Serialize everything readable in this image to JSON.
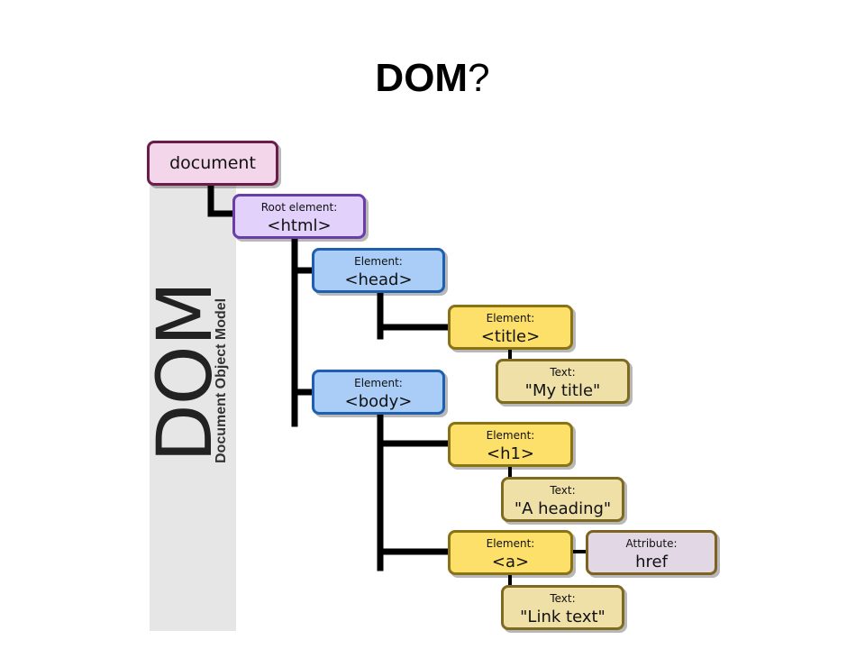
{
  "slide": {
    "title_main": "DOM",
    "title_mark": "?"
  },
  "banner": {
    "big": "DOM",
    "subtitle": "Document Object Model"
  },
  "colors": {
    "document": "#f3d6ea",
    "root": "#e1d1fb",
    "element_blue": "#a9cdf7",
    "element_yellow": "#fde06a",
    "text": "#efe0a8",
    "attribute": "#e2d8e5"
  },
  "nodes": {
    "document": {
      "tag": "document"
    },
    "html": {
      "kind": "Root element:",
      "tag": "<html>"
    },
    "head": {
      "kind": "Element:",
      "tag": "<head>"
    },
    "title": {
      "kind": "Element:",
      "tag": "<title>"
    },
    "title_text": {
      "kind": "Text:",
      "tag": "\"My title\""
    },
    "body": {
      "kind": "Element:",
      "tag": "<body>"
    },
    "h1": {
      "kind": "Element:",
      "tag": "<h1>"
    },
    "h1_text": {
      "kind": "Text:",
      "tag": "\"A heading\""
    },
    "a": {
      "kind": "Element:",
      "tag": "<a>"
    },
    "a_attr": {
      "kind": "Attribute:",
      "tag": "href"
    },
    "a_text": {
      "kind": "Text:",
      "tag": "\"Link text\""
    }
  }
}
